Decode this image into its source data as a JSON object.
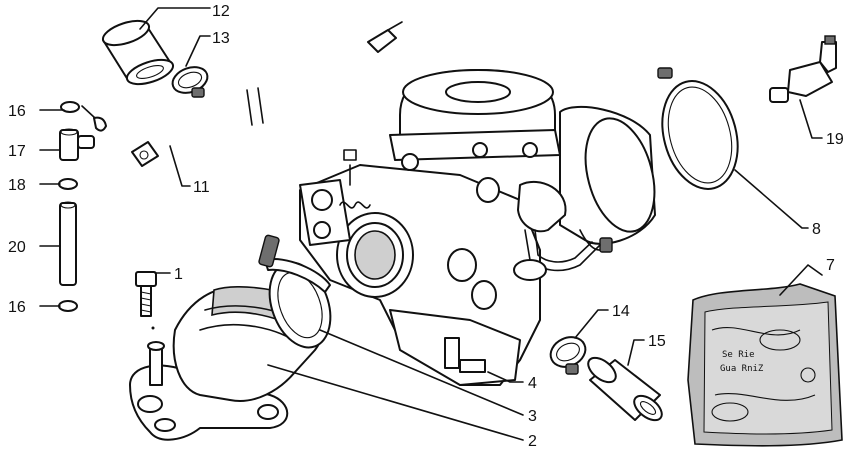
{
  "callouts": [
    {
      "id": "1",
      "label": "1"
    },
    {
      "id": "2",
      "label": "2"
    },
    {
      "id": "3",
      "label": "3"
    },
    {
      "id": "4",
      "label": "4"
    },
    {
      "id": "7",
      "label": "7"
    },
    {
      "id": "8",
      "label": "8"
    },
    {
      "id": "11",
      "label": "11"
    },
    {
      "id": "12",
      "label": "12"
    },
    {
      "id": "13",
      "label": "13"
    },
    {
      "id": "14",
      "label": "14"
    },
    {
      "id": "15",
      "label": "15"
    },
    {
      "id": "16a",
      "label": "16"
    },
    {
      "id": "16b",
      "label": "16"
    },
    {
      "id": "17",
      "label": "17"
    },
    {
      "id": "18",
      "label": "18"
    },
    {
      "id": "19",
      "label": "19"
    },
    {
      "id": "20",
      "label": "20"
    }
  ],
  "bag_text": [
    "Se  Rie",
    "Gua  RniZ"
  ]
}
